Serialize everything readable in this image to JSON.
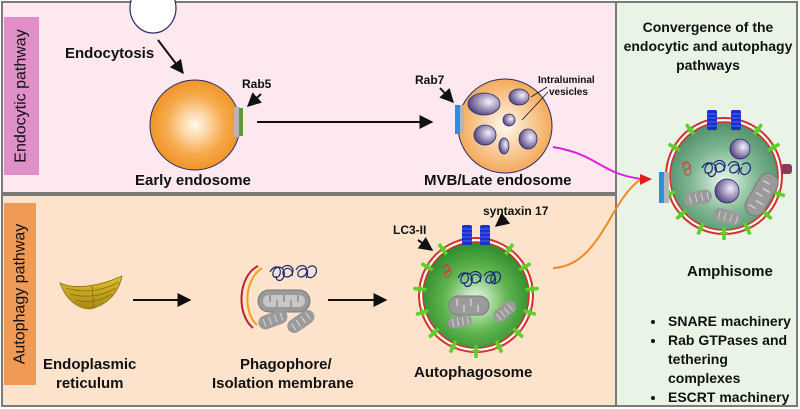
{
  "panels": {
    "endocytic": {
      "side_label": "Endocytic pathway",
      "background": "#fde8f0",
      "label_color": "#e08fc9"
    },
    "autophagy": {
      "side_label": "Autophagy pathway",
      "background": "#fde3cc",
      "label_color": "#f09a55"
    },
    "convergence": {
      "title": "Convergence of the endocytic and autophagy pathways",
      "background": "#e9f4e6",
      "mechanisms": [
        "SNARE machinery",
        "Rab GTPases and tethering complexes",
        "ESCRT machinery"
      ]
    }
  },
  "labels": {
    "endocytosis": "Endocytosis",
    "rab5": "Rab5",
    "rab7": "Rab7",
    "intraluminal_1": "Intraluminal",
    "intraluminal_2": "vesicles",
    "early_endosome": "Early endosome",
    "mvb": "MVB/Late endosome",
    "er_1": "Endoplasmic",
    "er_2": "reticulum",
    "phagophore_1": "Phagophore/",
    "phagophore_2": "Isolation membrane",
    "lc3": "LC3-II",
    "syntaxin": "syntaxin 17",
    "autophagosome": "Autophagosome",
    "amphisome": "Amphisome"
  },
  "colors": {
    "endosome_orange": "#f39a2c",
    "rab5_green": "#5a9a3a",
    "rab7_blue": "#2a8fe0",
    "autophagosome_green": "#3f9a3a",
    "amphisome_green": "#5f9f78",
    "lc3_green": "#5ccf2a",
    "syntaxin_blue": "#1a2fd0",
    "membrane_red": "#d2302a",
    "endocytic_arrow": "#e020e0",
    "autophagy_arrow": "#f08a20",
    "vesicle_purple": "#5a4a8a"
  }
}
